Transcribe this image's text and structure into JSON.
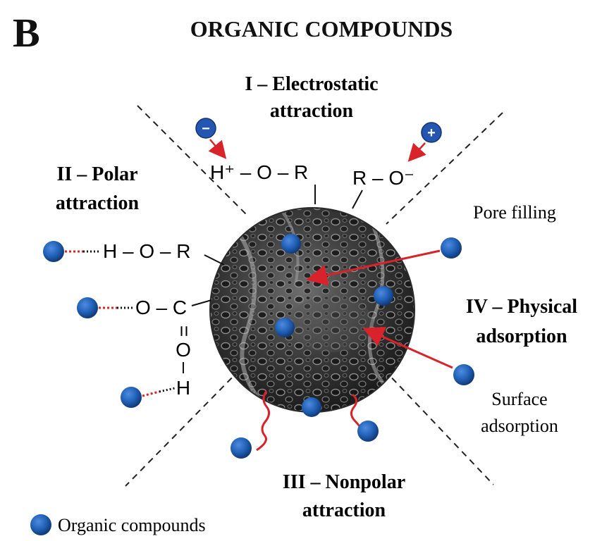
{
  "panel_letter": "B",
  "title": "ORGANIC COMPOUNDS",
  "sections": {
    "electrostatic": [
      "I – Electrostatic",
      "attraction"
    ],
    "polar": [
      "II – Polar",
      "attraction"
    ],
    "nonpolar": [
      "III – Nonpolar",
      "attraction"
    ],
    "physical": [
      "IV – Physical",
      "adsorption"
    ]
  },
  "labels": {
    "pore_filling": "Pore filling",
    "surface_adsorption": [
      "Surface",
      "adsorption"
    ]
  },
  "groups": {
    "hydroxyl_top": "H⁺ – O – R",
    "alkoxide": "R – O⁻",
    "hydroxyl_left": "H – O – R",
    "carboxyl_o": "O – C",
    "carboxyl_dbl": "=",
    "carboxyl_o2": "O",
    "carboxyl_single": "|",
    "carboxyl_h": "H"
  },
  "ions": {
    "negative": "−",
    "positive": "+"
  },
  "legend": {
    "label": "Organic compounds"
  },
  "colors": {
    "molecule_blue": "#1f5fb4",
    "arrow_red": "#d8232a",
    "ion_neg": "#2356b0",
    "ion_pos": "#2356b0"
  }
}
